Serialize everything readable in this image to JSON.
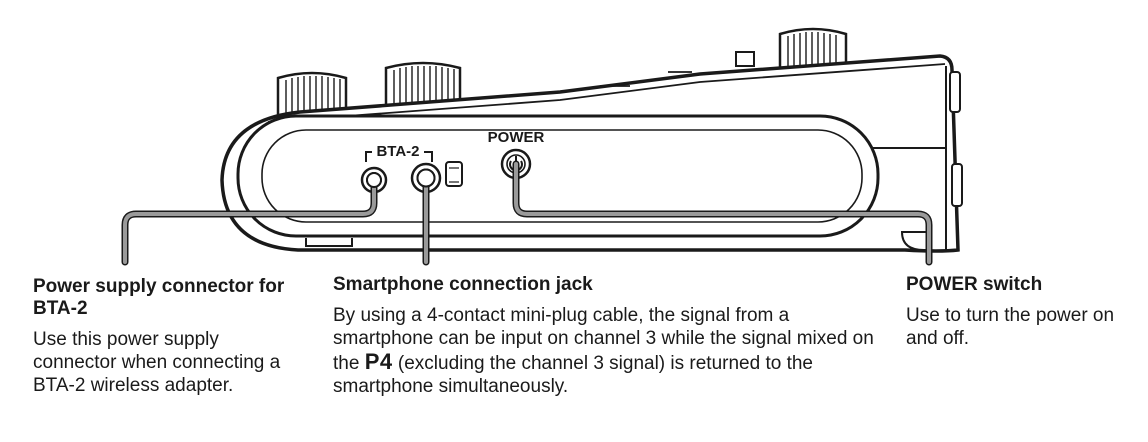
{
  "device": {
    "bta_label": "BTA-2",
    "power_label": "POWER"
  },
  "callouts": [
    {
      "title": "Power supply connector for BTA-2",
      "description": "Use this power supply connector when connecting a BTA-2 wireless adapter."
    },
    {
      "title": "Smartphone connection jack",
      "description_before": "By using a 4-contact mini-plug cable, the signal from a smartphone can be input on channel 3 while the signal mixed on the ",
      "model": "P4",
      "description_after": " (excluding the channel 3 signal) is returned to the smartphone simultaneously."
    },
    {
      "title": "POWER switch",
      "description": "Use to turn the power on and off."
    }
  ]
}
